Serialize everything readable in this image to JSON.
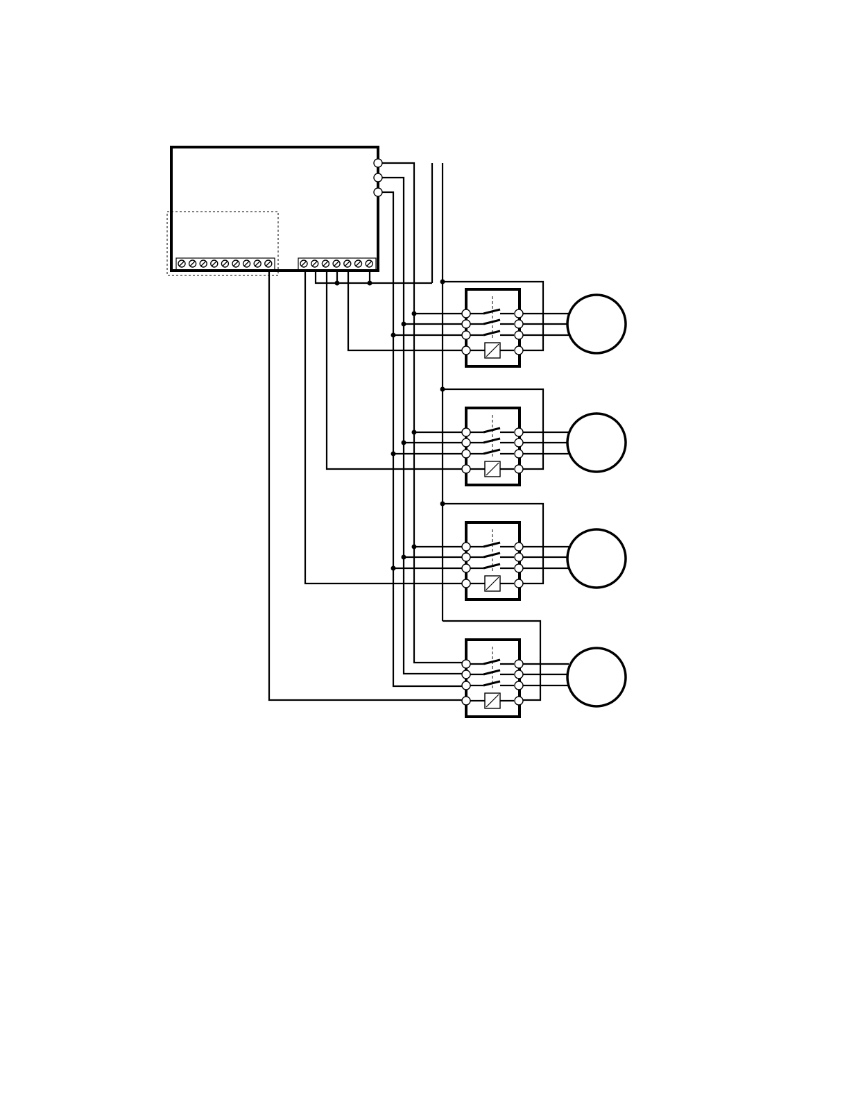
{
  "diagram": {
    "type": "wiring-schematic",
    "components": {
      "controller": {
        "icon": "controller-box",
        "power_terminals": 3,
        "terminal_strip_left_screws": 9,
        "terminal_strip_right_screws": 7,
        "option_card_dashed": true
      },
      "contactors": {
        "count": 4,
        "icon": "contactor-with-coil",
        "terminals_per_side": 4
      },
      "motors": {
        "count": 4,
        "icon": "motor-circle"
      }
    },
    "colors": {
      "line": "#000000",
      "background": "#ffffff"
    }
  }
}
